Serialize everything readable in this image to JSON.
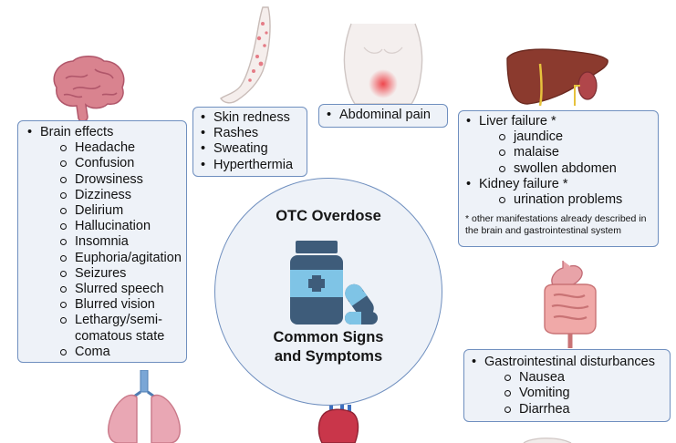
{
  "center": {
    "title": "OTC Overdose",
    "subtitle_line1": "Common Signs",
    "subtitle_line2": "and Symptoms"
  },
  "brain": {
    "label": "Brain effects",
    "items": [
      "Headache",
      "Confusion",
      "Drowsiness",
      "Dizziness",
      "Delirium",
      "Hallucination",
      "Insomnia",
      "Euphoria/agitation",
      "Seizures",
      "Slurred speech",
      "Blurred vision",
      "Lethargy/semi-comatous state",
      "Coma"
    ]
  },
  "skin": {
    "items": [
      "Skin redness",
      "Rashes",
      "Sweating",
      "Hyperthermia"
    ]
  },
  "abdomen": {
    "items": [
      "Abdominal pain"
    ]
  },
  "liver_kidney": {
    "liver_label": "Liver failure *",
    "liver_items": [
      "jaundice",
      "malaise",
      "swollen abdomen"
    ],
    "kidney_label": "Kidney failure *",
    "kidney_items": [
      "urination problems"
    ],
    "note": "* other manifestations already described in the brain and gastrointestinal system"
  },
  "gi": {
    "label": "Gastrointestinal disturbances",
    "items": [
      "Nausea",
      "Vomiting",
      "Diarrhea"
    ]
  },
  "colors": {
    "box_fill": "#eef2f8",
    "box_border": "#6f8fbf",
    "bottle": "#3e5c7a",
    "pill": "#7fc4e6"
  }
}
